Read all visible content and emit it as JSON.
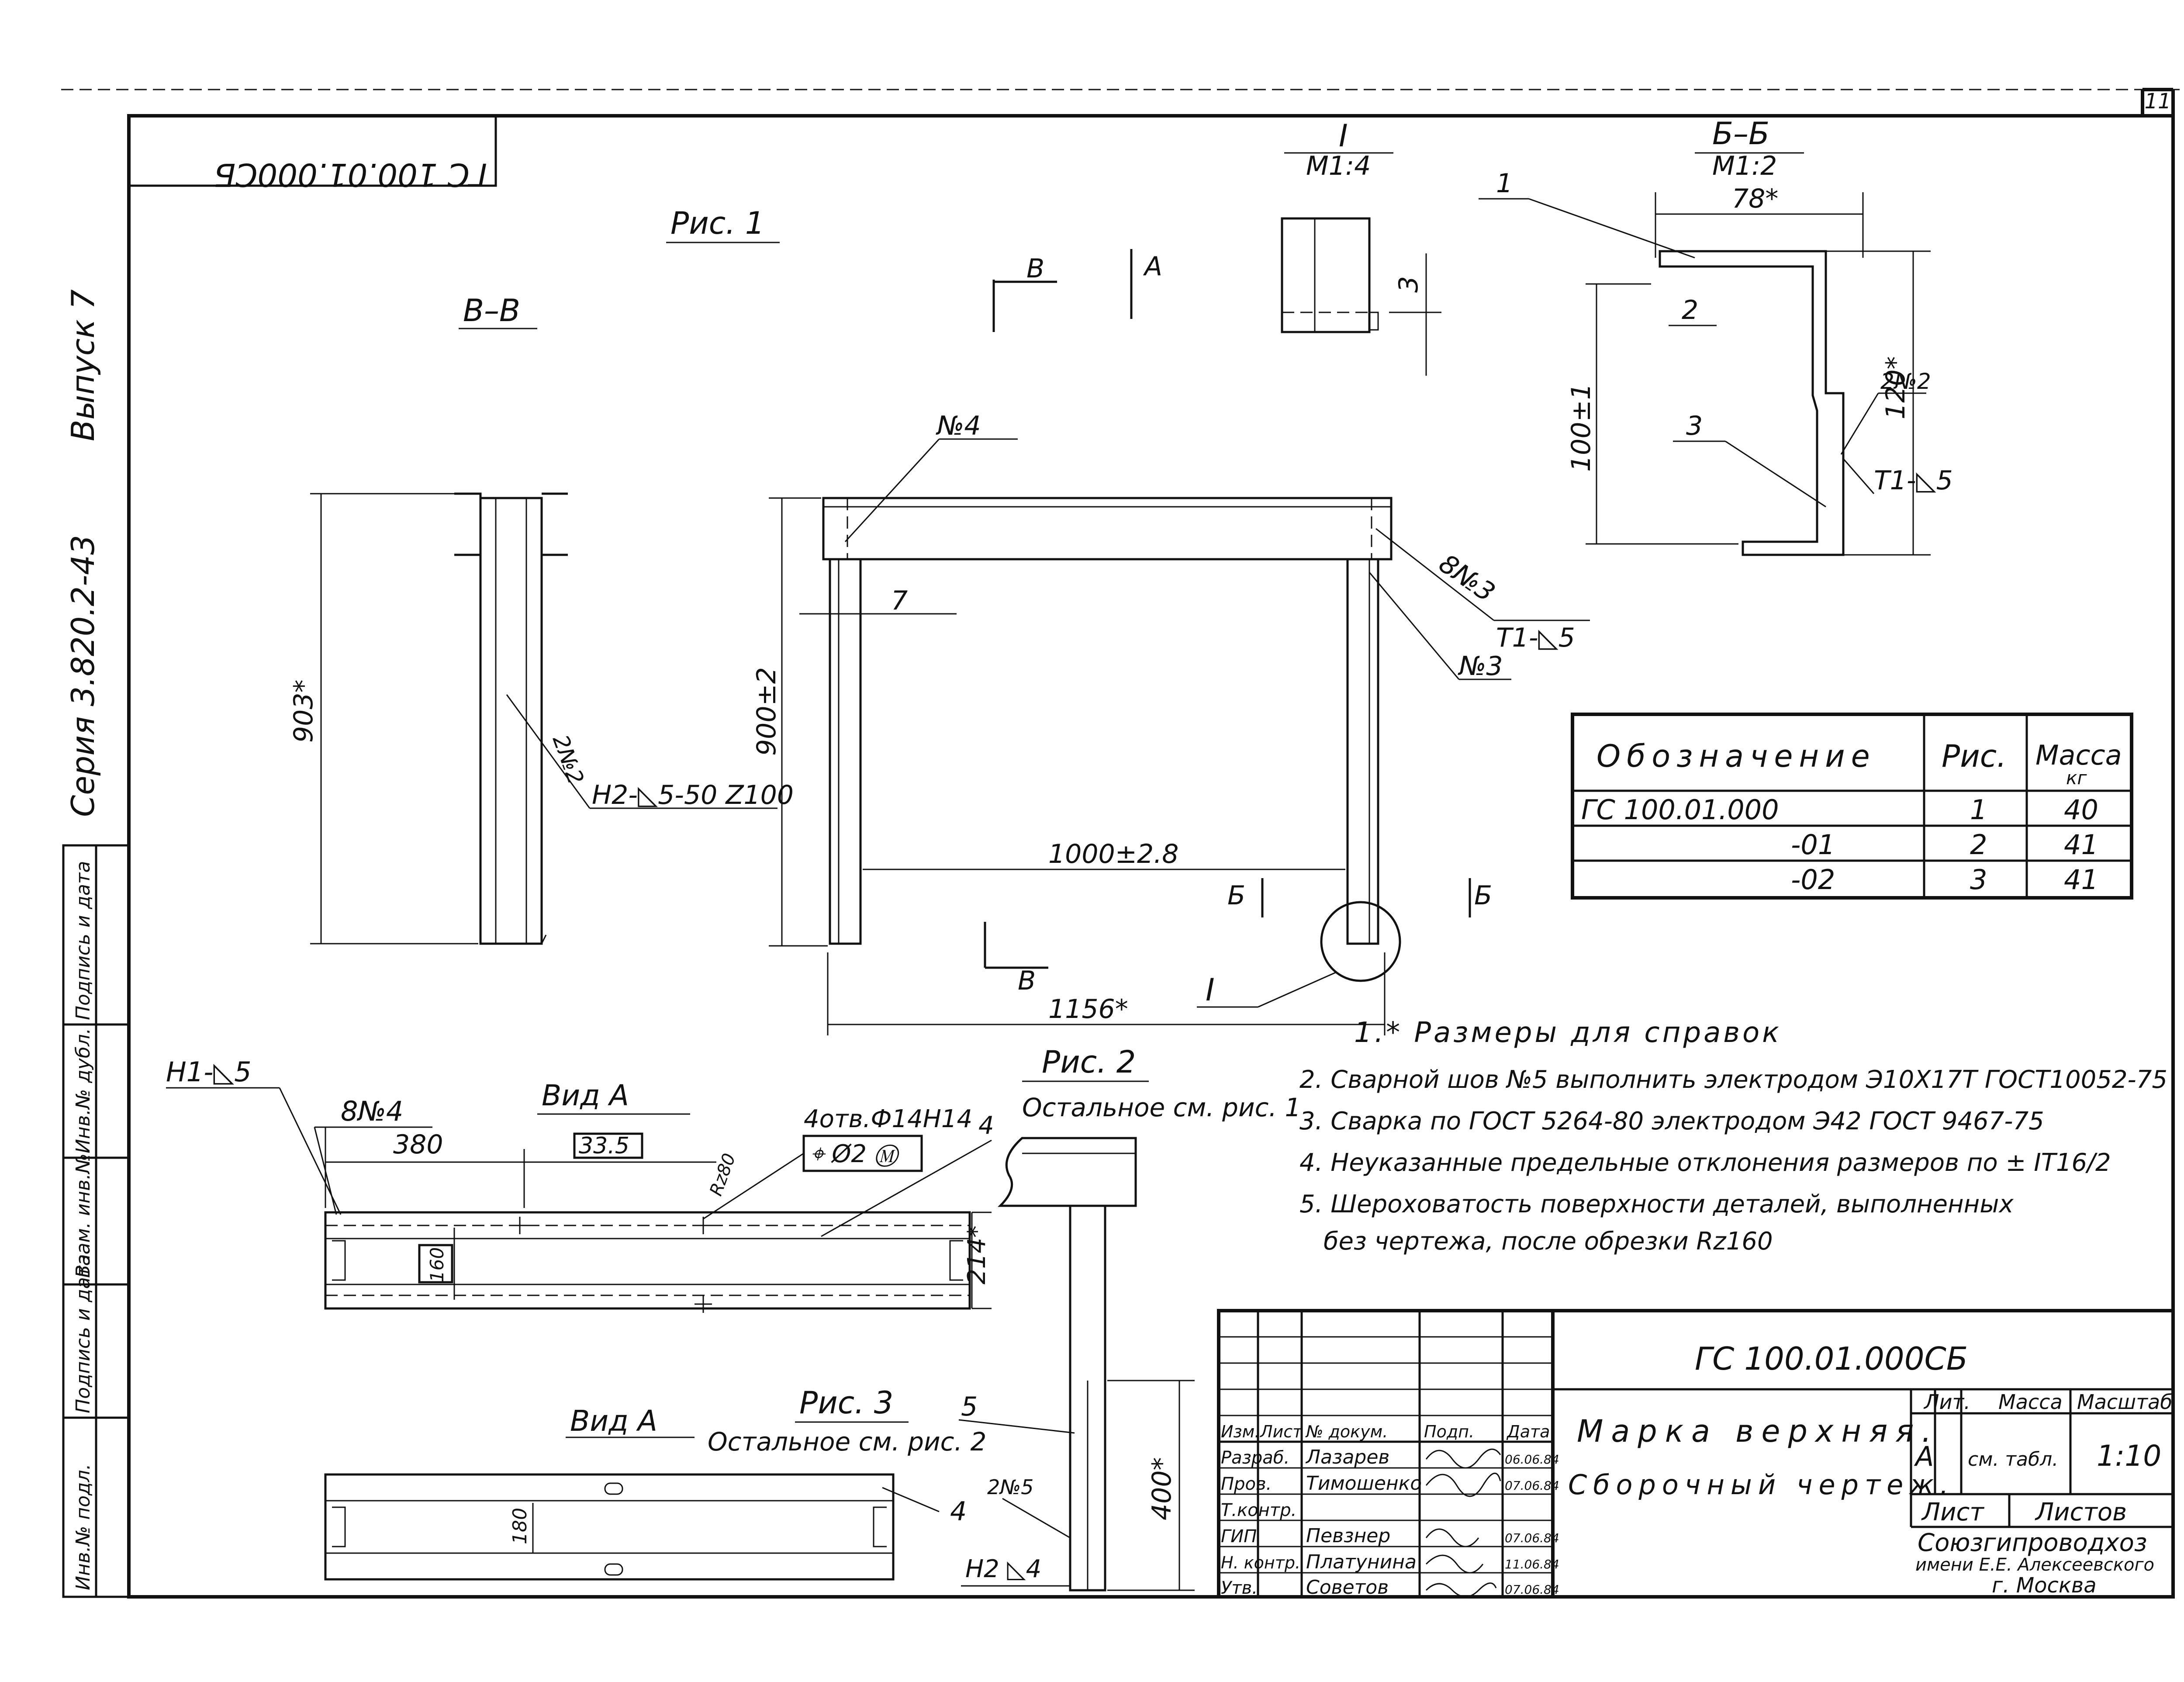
{
  "sheet": {
    "sheet_number": "11",
    "code_mirrored": "ГС 100.01.000СБ",
    "side_issue": "Выпуск 7",
    "side_series": "Серия 3.820.2-43",
    "side_stamp": [
      "Инв.№ подл.",
      "Подпись и дата",
      "Взам. инв.№",
      "Инв.№ дубл.",
      "Подпись и дата"
    ]
  },
  "views": {
    "fig1": "Рис. 1",
    "fig2": "Рис. 2",
    "fig2_note": "Остальное см. рис. 1",
    "fig3": "Рис. 3",
    "fig3_note": "Остальное см. рис. 2",
    "section_vv": "В–В",
    "view_a1": "Вид А",
    "view_a2": "Вид А",
    "detail_i": "I",
    "detail_i_scale": "М1:4",
    "section_bb": "Б–Б",
    "section_bb_scale": "М1:2",
    "cut_b": "В",
    "cut_a": "А",
    "cut_bb": "Б",
    "mark_i": "I"
  },
  "dims": {
    "d903": "903*",
    "d900": "900±2",
    "d1000": "1000±2.8",
    "d1156": "1156*",
    "d7": "7",
    "d3": "3",
    "d78": "78*",
    "d100": "100±1",
    "d120": "120*",
    "d380": "380",
    "d335": "33.5",
    "d214": "214*",
    "d160": "160",
    "d180": "180",
    "d400": "400*",
    "rz": "Rz80"
  },
  "welds": {
    "w_n4": "№4",
    "w_8n3": "8№3",
    "w_t1": "Т1-◺5",
    "w_n3": "№3",
    "w_2n2": "2№2",
    "w_h2": "Н2-◺5-50 Z100",
    "w_h1": "Н1-◺5",
    "w_8n4": "8№4",
    "w_holes": "4отв.Ф14Н14",
    "w_tol": "⌖ Ø2 Ⓜ",
    "w_2n2b": "2№2",
    "w_t1b": "Т1-◺5",
    "w_2n5": "2№5",
    "w_h2d4": "Н2 ◺4",
    "p1": "1",
    "p2": "2",
    "p3": "3",
    "p4": "4",
    "p4b": "4",
    "p5": "5"
  },
  "table": {
    "headers": [
      "Обозначение",
      "Рис.",
      "Масса",
      "кг"
    ],
    "rows": [
      {
        "designation": "ГС 100.01.000",
        "fig": "1",
        "mass": "40"
      },
      {
        "designation": "-01",
        "fig": "2",
        "mass": "41"
      },
      {
        "designation": "-02",
        "fig": "3",
        "mass": "41"
      }
    ]
  },
  "notes": [
    "1.* Размеры для справок",
    "2. Сварной шов №5 выполнить электродом Э10Х17Т ГОСТ10052-75",
    "3. Сварка по ГОСТ 5264-80 электродом Э42 ГОСТ 9467-75",
    "4. Неуказанные предельные отклонения размеров по ± IT16/2",
    "5. Шероховатость поверхности деталей, выполненных",
    "без чертежа, после обрезки Rz160"
  ],
  "title_block": {
    "code": "ГС 100.01.000СБ",
    "name_line1": "Марка верхняя.",
    "name_line2": "Сборочный чертеж.",
    "lit_label": "Лит.",
    "mass_label": "Масса",
    "scale_label": "Масштаб",
    "lit": "А",
    "mass": "см. табл.",
    "scale": "1:10",
    "sheet_label": "Лист",
    "sheets_label": "Листов",
    "org_line1": "Союзгипроводхоз",
    "org_line2": "имени Е.Е. Алексеевского",
    "org_line3": "г. Москва",
    "col_headers": [
      "Изм.",
      "Лист",
      "№ докум.",
      "Подп.",
      "Дата"
    ],
    "roles": [
      {
        "role": "Разраб.",
        "name": "Лазарев",
        "date": "06.06.84"
      },
      {
        "role": "Пров.",
        "name": "Тимошенко",
        "date": "07.06.84"
      },
      {
        "role": "Т.контр.",
        "name": "",
        "date": ""
      },
      {
        "role": "ГИП",
        "name": "Певзнер",
        "date": "07.06.84"
      },
      {
        "role": "Н. контр.",
        "name": "Платунина",
        "date": "11.06.84"
      },
      {
        "role": "Утв.",
        "name": "Советов",
        "date": "07.06.84"
      }
    ]
  },
  "colors": {
    "ink": "#111111",
    "paper": "#ffffff"
  }
}
